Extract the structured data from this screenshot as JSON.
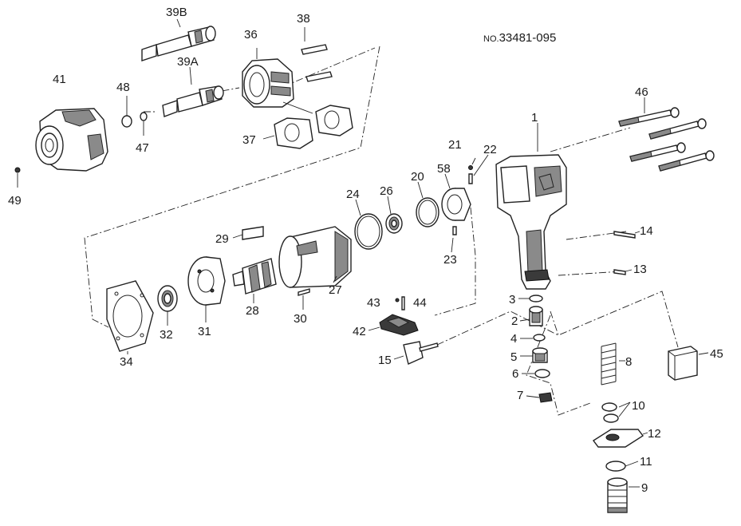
{
  "document": {
    "number_prefix": "NO.",
    "number": "33481-095"
  },
  "callouts": {
    "c1": "1",
    "c2": "2",
    "c3": "3",
    "c4": "4",
    "c5": "5",
    "c6": "6",
    "c7": "7",
    "c8": "8",
    "c9": "9",
    "c10": "10",
    "c11": "11",
    "c12": "12",
    "c13": "13",
    "c14": "14",
    "c15": "15",
    "c20": "20",
    "c21": "21",
    "c22": "22",
    "c23": "23",
    "c24": "24",
    "c26": "26",
    "c27": "27",
    "c28": "28",
    "c29": "29",
    "c30": "30",
    "c31": "31",
    "c32": "32",
    "c34": "34",
    "c36": "36",
    "c37": "37",
    "c38": "38",
    "c39a": "39A",
    "c39b": "39B",
    "c41": "41",
    "c42": "42",
    "c43": "43",
    "c44": "44",
    "c45": "45",
    "c46": "46",
    "c47": "47",
    "c48": "48",
    "c49": "49",
    "c58": "58"
  }
}
